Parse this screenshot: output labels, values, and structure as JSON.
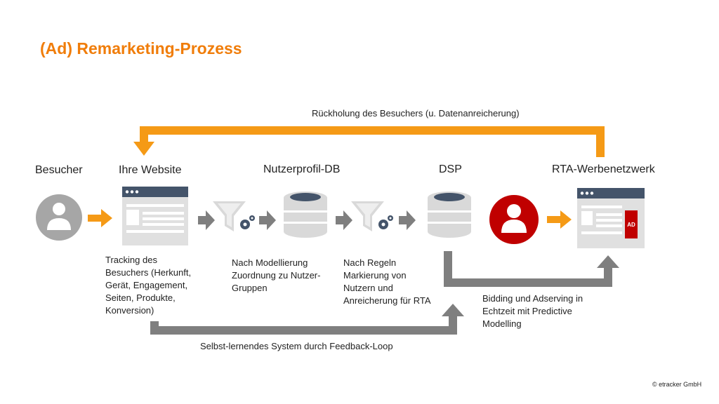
{
  "title": "(Ad) Remarketing-Prozess",
  "loop_labels": {
    "top": "Rückholung des Besuchers (u. Datenanreicherung)",
    "bottom": "Selbst-lernendes System durch Feedback-Loop"
  },
  "nodes": {
    "visitor": "Besucher",
    "website": "Ihre Website",
    "profile_db": "Nutzerprofil-DB",
    "dsp": "DSP",
    "rta_network": "RTA-Werbenetzwerk"
  },
  "descriptions": {
    "tracking": [
      "Tracking des",
      "Besuchers (Herkunft,",
      "Gerät, Engagement,",
      "Seiten, Produkte,",
      "Konversion)"
    ],
    "modeling": [
      "Nach Modellierung",
      "Zuordnung zu Nutzer-",
      "Gruppen"
    ],
    "rules": [
      "Nach Regeln",
      "Markierung von",
      "Nutzern und",
      "Anreicherung für RTA"
    ],
    "bidding": [
      "Bidding und Adserving in",
      "Echtzeit mit Predictive",
      "Modelling"
    ]
  },
  "ad_badge": "AD",
  "copyright": "© etracker GmbH",
  "colors": {
    "accent": "#f07d0a",
    "gray_arrow": "#7f7f7f",
    "light_gray": "#d9d9d9",
    "dark_slate": "#44546a",
    "red": "#c00000"
  }
}
